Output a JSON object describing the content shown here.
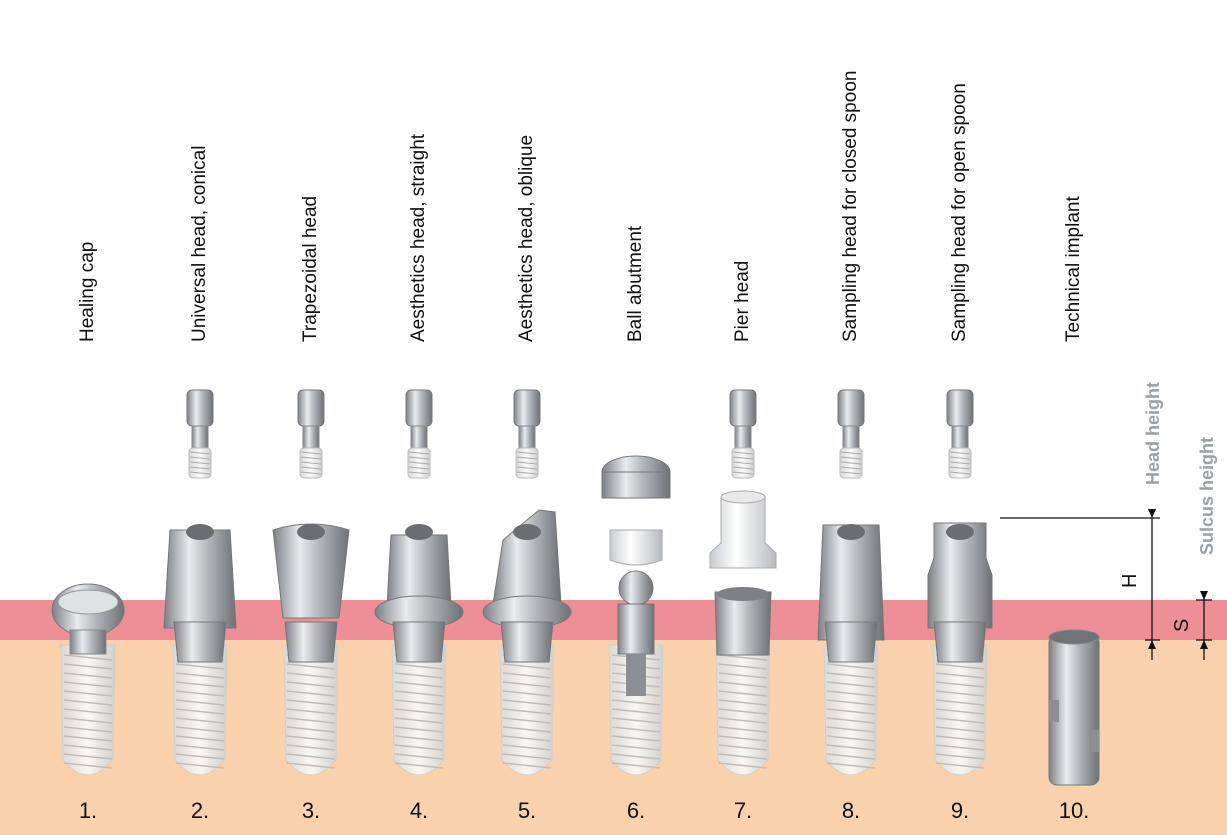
{
  "items": [
    {
      "number": "1.",
      "label": "Healing cap"
    },
    {
      "number": "2.",
      "label": "Universal head, conical"
    },
    {
      "number": "3.",
      "label": "Trapezoidal head"
    },
    {
      "number": "4.",
      "label": "Aesthetics head, straight"
    },
    {
      "number": "5.",
      "label": "Aesthetics head, oblique"
    },
    {
      "number": "6.",
      "label": "Ball abutment"
    },
    {
      "number": "7.",
      "label": "Pier head"
    },
    {
      "number": "8.",
      "label": "Sampling head for closed spoon"
    },
    {
      "number": "9.",
      "label": "Sampling head for open spoon"
    },
    {
      "number": "10.",
      "label": "Technical implant"
    }
  ],
  "measurements": {
    "head_height_label": "Head height",
    "sulcus_height_label": "Sulcus height",
    "h_symbol": "H",
    "s_symbol": "S"
  },
  "colors": {
    "gum": "#ee8f98",
    "bone": "#f9d2ad",
    "metal": "#b9bcc0"
  }
}
